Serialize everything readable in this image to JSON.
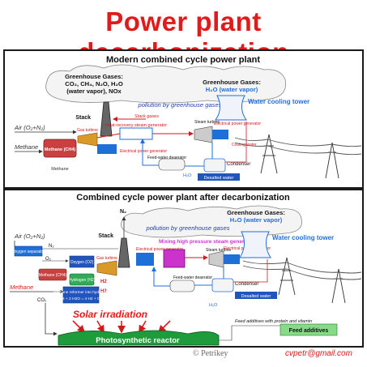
{
  "title": "Power plant decarbonization",
  "colors": {
    "title_red": "#e01b1b",
    "panel_border": "#1a1a1a",
    "water_blue": "#1f6fd8",
    "label_red": "#d11a1a",
    "box_red": "#c84040",
    "box_green": "#33aa55",
    "box_magenta": "#cc33cc",
    "reactor_green": "#1e9b3a",
    "feed_green": "#88d98a",
    "stack_gray": "#555555"
  },
  "top": {
    "heading": "Modern combined cycle power plant",
    "ghg_left_title": "Greenhouse Gases:",
    "ghg_left_line1": "CO₂, CH₄, N₂O, H₂O",
    "ghg_left_line2": "(water vapor), NOx",
    "ghg_right_title": "Greenhouse Gases:",
    "ghg_right_line": "H₂O (water vapor)",
    "pollution": "pollution by greenhouse gases",
    "stack": "Stack",
    "stack_gases": "Stack gases",
    "air": "Air (O₂+N₂)",
    "methane": "Methane",
    "methane_box": "Methane (CH4)",
    "methane_below": "Methane",
    "gas_turbine": "Gas turbine",
    "hrsg": "Heat-recovery steam generator",
    "steam_turbine": "Steam turbine",
    "electrical_gen_left": "Electrical power generator",
    "electrical_gen_right": "Electrical power generator",
    "water_cooling_tower": "Water cooling tower",
    "feed_water_deaerator": "Feed-water deaerator",
    "condenser": "Condenser",
    "desalted_water": "Desalted water",
    "h2o": "H₂O",
    "cooling_water": "Cooling water"
  },
  "bottom": {
    "heading": "Combined cycle power plant after decarbonization",
    "ghg_title": "Greenhouse Gases:",
    "ghg_line": "H₂O (water vapor)",
    "n2_top": "N₂",
    "pollution": "pollution by greenhouse gases",
    "stack": "Stack",
    "air": "Air (O₂+N₂)",
    "n2": "N₂",
    "o2": "O₂",
    "oxygen_separator": "Oxygen separator",
    "oxygen_box": "Oxygen (O2)",
    "gas_turbine": "Gas turbine",
    "electrical_gen_left": "Electrical power generator",
    "mixing_generator": "Mixing high pressure steam generator",
    "steam_turbine": "Steam turbine",
    "electrical_gen_right": "Electrical power generator",
    "water_cooling_tower": "Water cooling tower",
    "methane": "Methane",
    "methane_box": "Methane (CH4)",
    "hydrogen_box": "Hydrogen (H2)",
    "reformer_title": "Methane reformer into hydrogen",
    "reformer_eq": "CH4 + 2 H2O = 4 H2 + CO2",
    "h2_label_1": "H2",
    "h2_label_2": "H2",
    "co2": "CO₂",
    "feed_water_deaerator": "Feed-water deaerator",
    "condenser": "Condenser",
    "desalted_water": "Desalted water",
    "h2o": "H₂O",
    "solar": "Solar irradiation",
    "reactor": "Photosynthetic reactor",
    "feed_additives_note": "Feed additives with protein and vitamin",
    "feed_additives": "Feed additives"
  },
  "footer": {
    "credit": "© Petrikey",
    "email": "cvpetr@gmail.com"
  }
}
